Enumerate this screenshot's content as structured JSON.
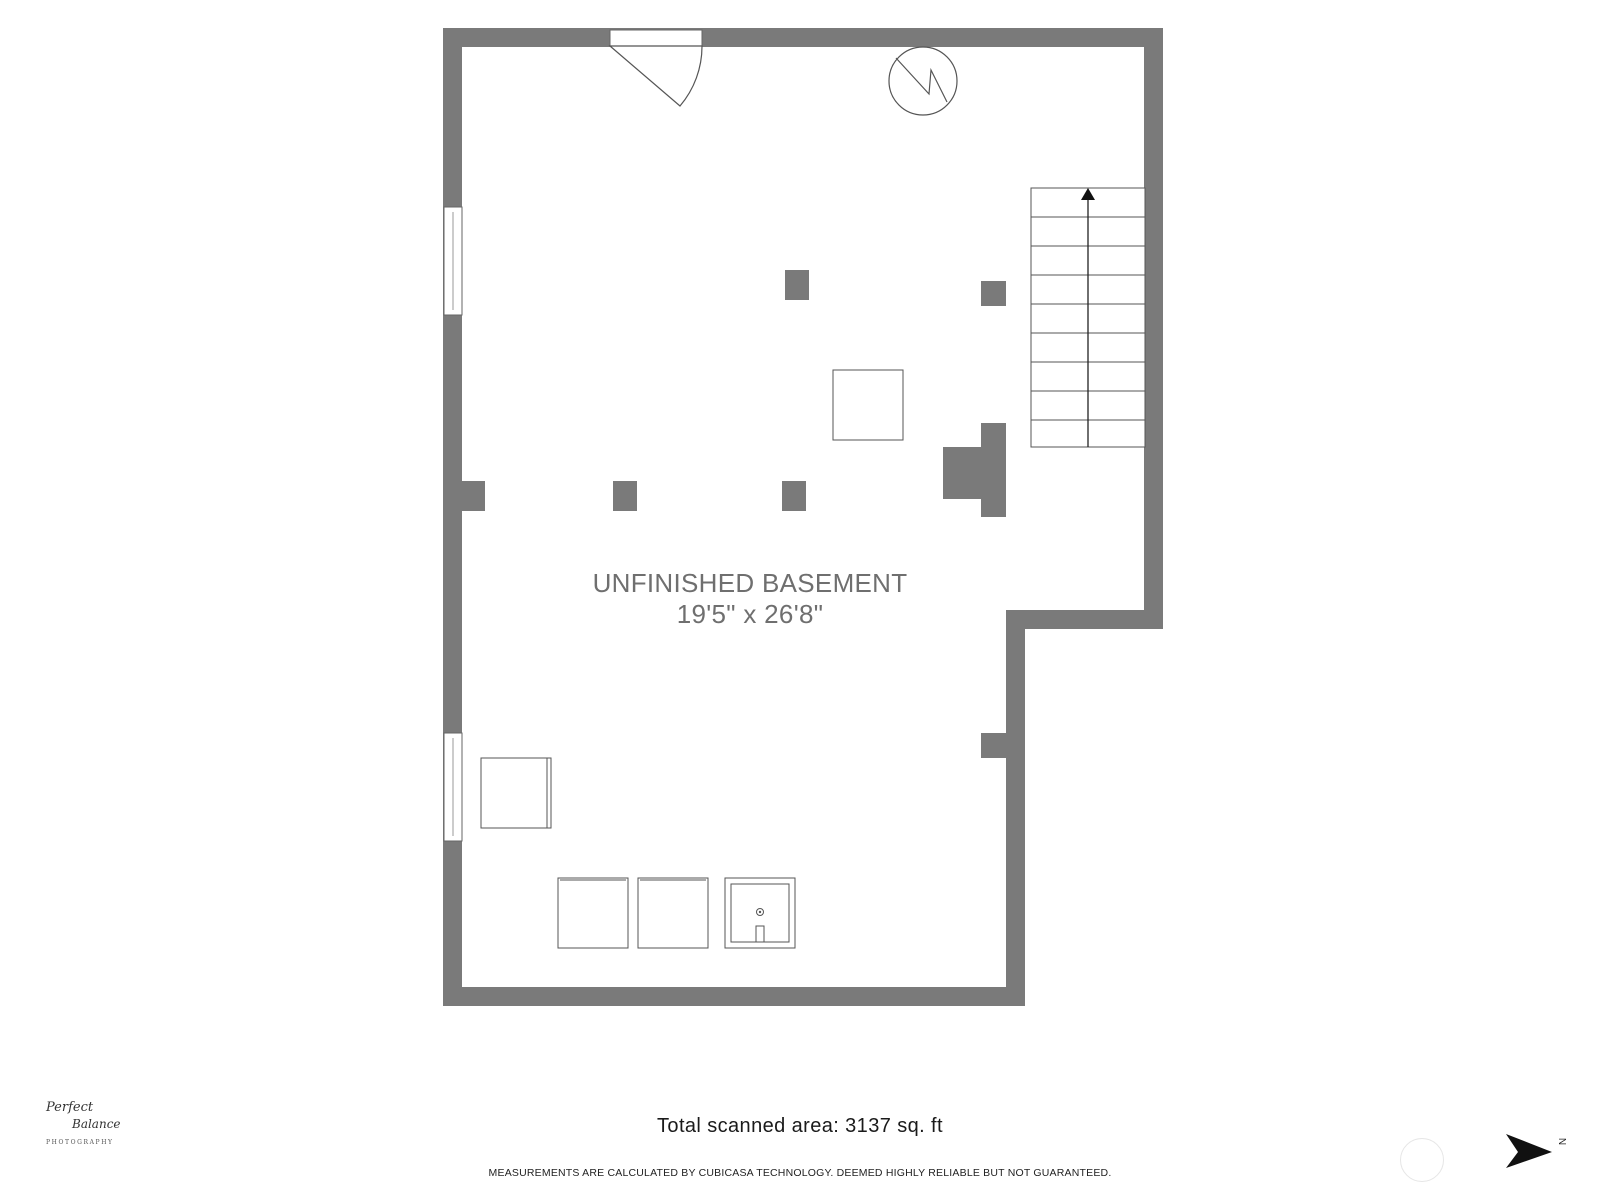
{
  "room": {
    "name": "UNFINISHED BASEMENT",
    "dimensions": "19'5\" x 26'8\""
  },
  "footer": {
    "total_area": "Total scanned area: 3137 sq. ft",
    "disclaimer": "MEASUREMENTS ARE CALCULATED BY CUBICASA TECHNOLOGY. DEEMED HIGHLY RELIABLE BUT NOT GUARANTEED."
  },
  "logo": {
    "line1": "Perfect",
    "line2": "Balance",
    "line3": "PHOTOGRAPHY"
  },
  "compass": {
    "label": "N",
    "icon": "north-arrow-icon"
  },
  "colors": {
    "wall": "#7a7a7a",
    "fixture_stroke": "#555555",
    "text": "#6f6f6f"
  },
  "fixtures": [
    "door",
    "electrical-panel",
    "stairs",
    "windows",
    "support-columns",
    "chimney",
    "appliances",
    "laundry-sink"
  ]
}
